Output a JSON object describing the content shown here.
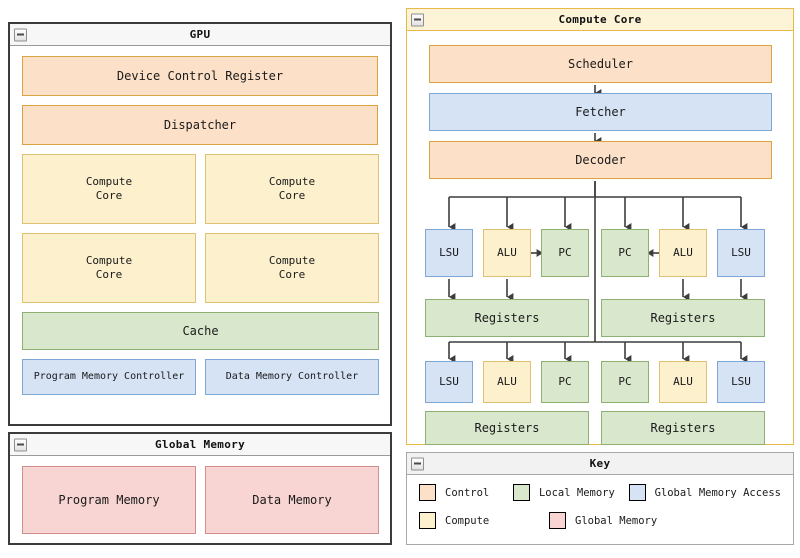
{
  "gpu": {
    "title": "GPU",
    "collapse_icon": "collapse-minus-icon",
    "device_control_register": "Device Control Register",
    "dispatcher": "Dispatcher",
    "compute_cores": [
      "Compute\nCore",
      "Compute\nCore",
      "Compute\nCore",
      "Compute\nCore"
    ],
    "cache": "Cache",
    "program_memory_controller": "Program Memory Controller",
    "data_memory_controller": "Data Memory Controller"
  },
  "global_memory": {
    "title": "Global Memory",
    "collapse_icon": "collapse-minus-icon",
    "program_memory": "Program Memory",
    "data_memory": "Data Memory"
  },
  "compute_core": {
    "title": "Compute Core",
    "collapse_icon": "collapse-minus-icon",
    "scheduler": "Scheduler",
    "fetcher": "Fetcher",
    "decoder": "Decoder",
    "thread_groups": [
      {
        "left": {
          "lsu": "LSU",
          "alu": "ALU",
          "pc": "PC",
          "registers": "Registers"
        },
        "right": {
          "pc": "PC",
          "alu": "ALU",
          "lsu": "LSU",
          "registers": "Registers"
        }
      },
      {
        "left": {
          "lsu": "LSU",
          "alu": "ALU",
          "pc": "PC",
          "registers": "Registers"
        },
        "right": {
          "pc": "PC",
          "alu": "ALU",
          "lsu": "LSU",
          "registers": "Registers"
        }
      }
    ]
  },
  "key": {
    "title": "Key",
    "collapse_icon": "collapse-minus-icon",
    "entries": [
      {
        "label": "Control",
        "color": "#fde0c8"
      },
      {
        "label": "Local Memory",
        "color": "#d9e8cd"
      },
      {
        "label": "Global Memory Access",
        "color": "#d5e3f5"
      },
      {
        "label": "Compute",
        "color": "#fcf0cd"
      },
      {
        "label": "Global Memory",
        "color": "#f8d5d3"
      }
    ]
  },
  "colors": {
    "control": "#fde0c8",
    "compute": "#fcf0cd",
    "local_memory": "#d9e8cd",
    "global_memory": "#f8d5d3",
    "global_memory_access": "#d5e3f5",
    "wire": "#4a4a4a"
  }
}
